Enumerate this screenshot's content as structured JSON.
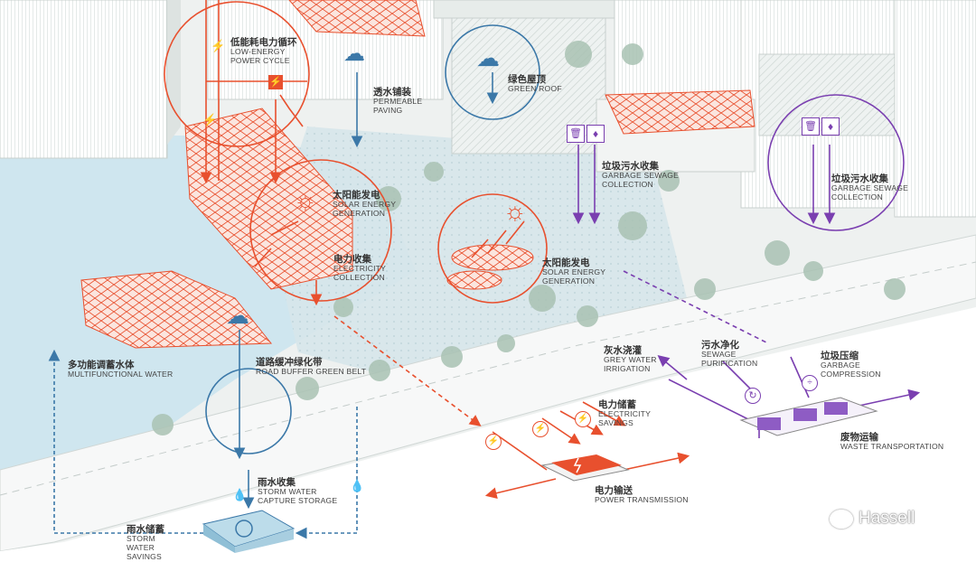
{
  "colors": {
    "energy": "#e8502e",
    "water": "#3b78a8",
    "waste": "#7a3fb0",
    "building": "#ffffff",
    "ground": "#e9eeec",
    "river": "#cfe6ef",
    "tree": "#9fb8a8"
  },
  "icons": [
    "lightning-icon",
    "rain-cloud-icon",
    "sun-icon",
    "trash-icon",
    "water-drop-icon",
    "recycle-icon",
    "compression-icon",
    "battery-icon"
  ],
  "labels": {
    "low_energy_cycle": {
      "cn": "低能耗电力循环",
      "en": "LOW-ENERGY POWER CYCLE"
    },
    "permeable_paving": {
      "cn": "透水铺装",
      "en": "PERMEABLE PAVING"
    },
    "green_roof": {
      "cn": "绿色屋顶",
      "en": "GREEN ROOF"
    },
    "garbage_sewage_1": {
      "cn": "垃圾污水收集",
      "en": "GARBAGE SEWAGE COLLECTION"
    },
    "garbage_sewage_2": {
      "cn": "垃圾污水收集",
      "en": "GARBAGE SEWAGE COLLECTION"
    },
    "solar_1": {
      "cn": "太阳能发电",
      "en": "SOLAR ENERGY GENERATION"
    },
    "solar_2": {
      "cn": "太阳能发电",
      "en": "SOLAR ENERGY GENERATION"
    },
    "electricity_collection": {
      "cn": "电力收集",
      "en": "ELECTRICITY COLLECTION"
    },
    "multifunctional_water": {
      "cn": "多功能调蓄水体",
      "en": "MULTIFUNCTIONAL WATER"
    },
    "road_buffer": {
      "cn": "道路缓冲绿化带",
      "en": "ROAD BUFFER GREEN BELT"
    },
    "grey_water": {
      "cn": "灰水浇灌",
      "en": "GREY WATER IRRIGATION"
    },
    "sewage_purification": {
      "cn": "污水净化",
      "en": "SEWAGE PURIFICATION"
    },
    "garbage_compression": {
      "cn": "垃圾压缩",
      "en": "GARBAGE COMPRESSION"
    },
    "electricity_savings": {
      "cn": "电力储蓄",
      "en": "ELECTRICITY SAVINGS"
    },
    "waste_transportation": {
      "cn": "废物运输",
      "en": "WASTE TRANSPORTATION"
    },
    "storm_water_capture": {
      "cn": "雨水收集",
      "en": "STORM WATER CAPTURE STORAGE"
    },
    "power_transmission": {
      "cn": "电力输送",
      "en": "POWER TRANSMISSION"
    },
    "storm_water_savings": {
      "cn": "雨水储蓄",
      "en": "STORM WATER SAVINGS"
    }
  },
  "watermark": "Hassell"
}
